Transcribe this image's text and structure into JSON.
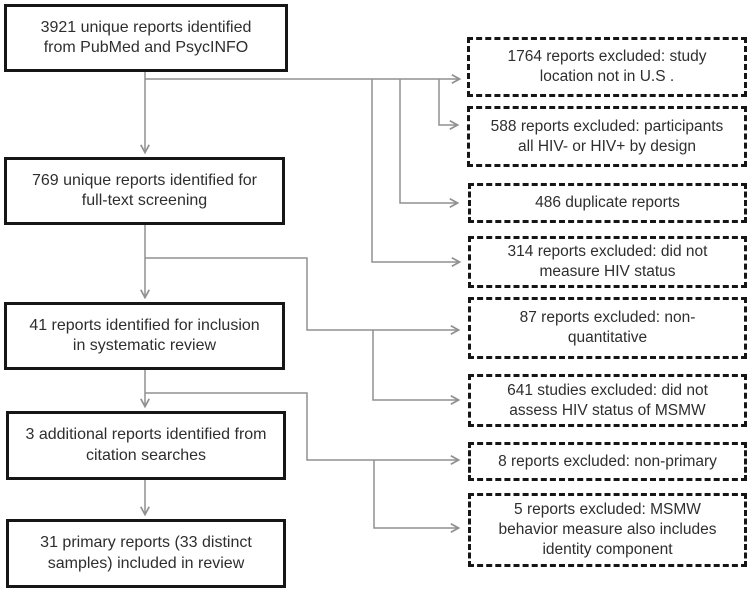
{
  "colors": {
    "background": "#ffffff",
    "box_border": "#161616",
    "connector_line": "#909090",
    "text": "#2e2e2e"
  },
  "flow": {
    "included": [
      {
        "id": "identified",
        "text": "3921 unique reports identified\nfrom PubMed and PsycINFO"
      },
      {
        "id": "full-text-screening",
        "text": "769 unique reports identified for\nfull-text screening"
      },
      {
        "id": "systematic-review-inclusion",
        "text": "41 reports identified for inclusion\nin systematic review"
      },
      {
        "id": "citation-searches",
        "text": "3 additional reports identified from\ncitation searches"
      },
      {
        "id": "included-in-review",
        "text": "31 primary reports (33 distinct\nsamples) included in review"
      }
    ],
    "excluded": [
      {
        "id": "location-not-us",
        "text": "1764 reports excluded: study\nlocation not in U.S ."
      },
      {
        "id": "hiv-by-design",
        "text": "588 reports excluded: participants\nall HIV- or HIV+ by design"
      },
      {
        "id": "duplicates",
        "text": "486 duplicate reports"
      },
      {
        "id": "no-hiv-measure",
        "text": "314 reports excluded: did not\nmeasure HIV status"
      },
      {
        "id": "non-quantitative",
        "text": "87 reports excluded: non-\nquantitative"
      },
      {
        "id": "no-msmw-hiv",
        "text": "641 studies excluded: did not\nassess HIV status of MSMW"
      },
      {
        "id": "non-primary",
        "text": "8 reports excluded: non-primary"
      },
      {
        "id": "identity-component",
        "text": "5 reports excluded: MSMW\nbehavior measure also includes\nidentity component"
      }
    ]
  }
}
